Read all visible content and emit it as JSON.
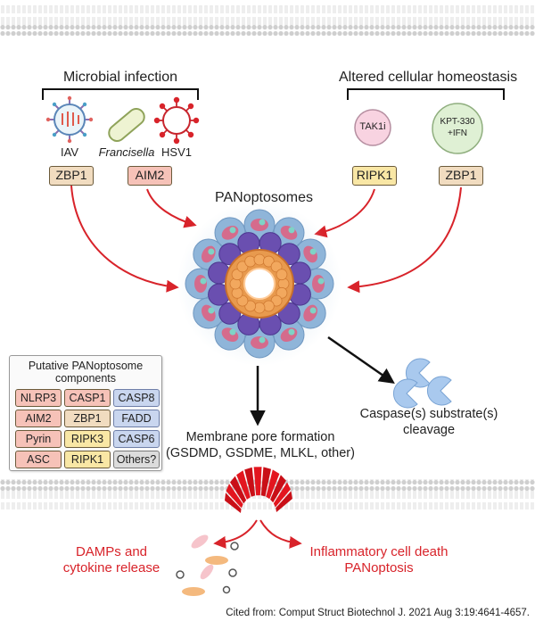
{
  "triggers": {
    "microbial_title": "Microbial infection",
    "homeostasis_title": "Altered cellular homeostasis",
    "pathogens": {
      "iav": "IAV",
      "francisella": "Francisella",
      "hsv1": "HSV1"
    },
    "homeostasis_items": {
      "tak1i": "TAK1i",
      "kpt_line1": "KPT-330",
      "kpt_line2": "+IFN"
    }
  },
  "sensors": {
    "zbp1_left": "ZBP1",
    "aim2": "AIM2",
    "ripk1": "RIPK1",
    "zbp1_right": "ZBP1"
  },
  "complex": {
    "title": "PANoptosomes"
  },
  "components_box": {
    "title_line1": "Putative PANoptosome",
    "title_line2": "components",
    "rows": [
      [
        "NLRP3",
        "CASP1",
        "CASP8"
      ],
      [
        "AIM2",
        "ZBP1",
        "FADD"
      ],
      [
        "Pyrin",
        "RIPK3",
        "CASP6"
      ],
      [
        "ASC",
        "RIPK1",
        "Others?"
      ]
    ]
  },
  "outcomes": {
    "caspase_line1": "Caspase(s) substrate(s)",
    "caspase_line2": "cleavage",
    "pore_line1": "Membrane pore formation",
    "pore_line2": "(GSDMD, GSDME, MLKL, other)",
    "damps_line1": "DAMPs and",
    "damps_line2": "cytokine release",
    "death_line1": "Inflammatory cell death",
    "death_line2": "PANoptosis"
  },
  "citation": "Cited from: Comput Struct Biotechnol J. 2021 Aug 3:19:4641-4657.",
  "colors": {
    "arrow_red": "#d8232a",
    "sensor_fill": "#f1dcc0",
    "pink_fill": "#f6c2b8",
    "yellow_fill": "#f9e7a5",
    "blue_fill": "#c9d6ef"
  }
}
